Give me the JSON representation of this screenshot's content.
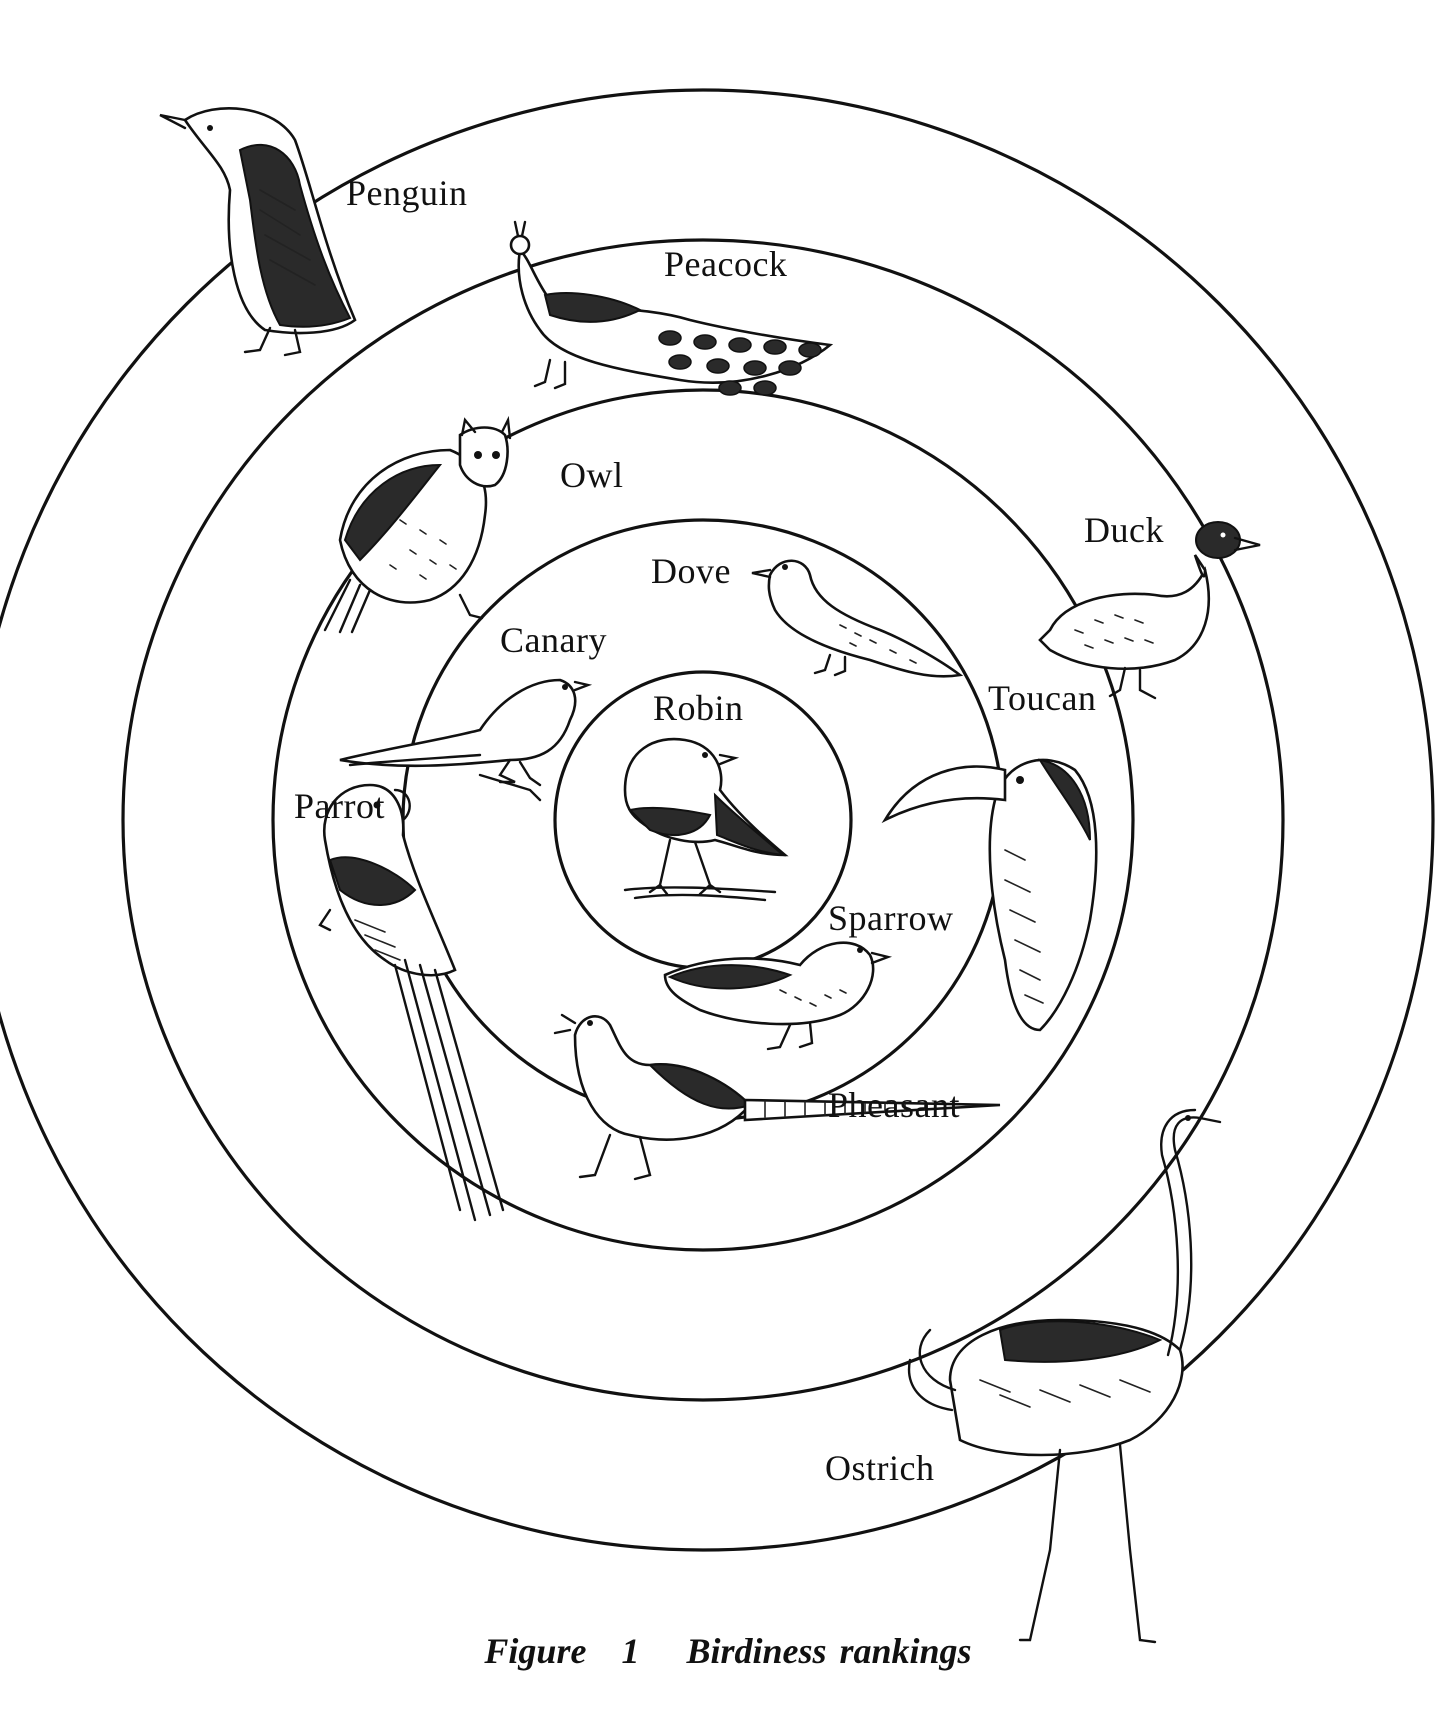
{
  "labels": {
    "penguin": "Penguin",
    "peacock": "Peacock",
    "owl": "Owl",
    "duck": "Duck",
    "dove": "Dove",
    "canary": "Canary",
    "robin": "Robin",
    "toucan": "Toucan",
    "parrot": "Parrot",
    "sparrow": "Sparrow",
    "pheasant": "Pheasant",
    "ostrich": "Ostrich"
  },
  "caption": {
    "prefix": "Figure",
    "number": "1",
    "title": "Birdiness rankings"
  }
}
